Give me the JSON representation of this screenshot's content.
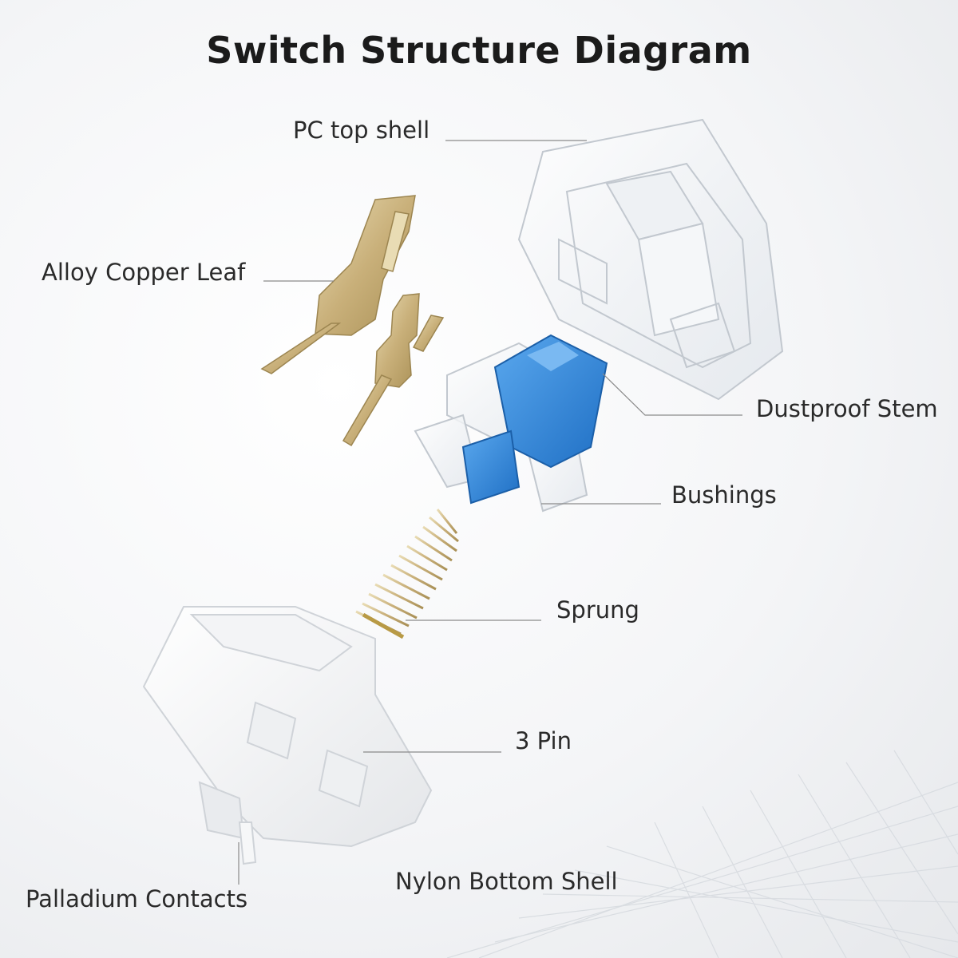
{
  "title": "Switch Structure Diagram",
  "labels": {
    "pc_top_shell": "PC top shell",
    "alloy_copper_leaf": "Alloy Copper Leaf",
    "dustproof_stem": "Dustproof Stem",
    "bushings": "Bushings",
    "sprung": "Sprung",
    "three_pin": "3 Pin",
    "nylon_bottom_shell": "Nylon Bottom Shell",
    "palladium_contacts": "Palladium Contacts"
  },
  "colors": {
    "stem_blue": "#2f86d8",
    "copper_gold": "#c9b07a",
    "spring_gold": "#c8a94a",
    "text": "#2a2a2a",
    "leader": "#8a8a8a"
  }
}
